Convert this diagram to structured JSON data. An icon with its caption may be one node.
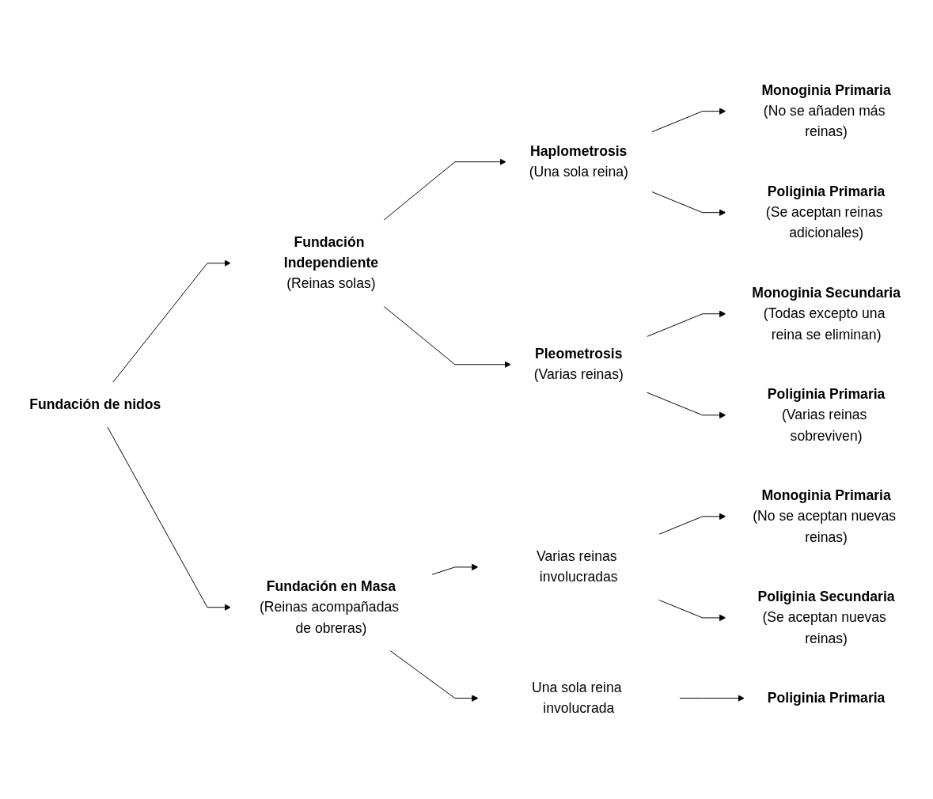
{
  "diagram": {
    "nodes": [
      {
        "text": [
          "Fundación de nidos"
        ]
      },
      {
        "text": [
          "Fundación Independiente",
          "(Reinas solas)"
        ]
      },
      {
        "text": [
          "Haplometrosis",
          "(Una sola reina)"
        ]
      },
      {
        "text": [
          "Monoginia Primaria",
          "(No se añaden más reinas)"
        ]
      },
      {
        "text": [
          "Poliginia Primaria",
          "(Se aceptan reinas adicionales)"
        ]
      },
      {
        "text": [
          "Pleometrosis",
          "(Varias reinas)"
        ]
      },
      {
        "text": [
          "Monoginia Secundaria",
          "(Todas excepto una reina se eliminan)"
        ]
      },
      {
        "text": [
          "Poliginia Primaria",
          "(Varias reinas sobreviven)"
        ]
      },
      {
        "text": [
          "Fundación en Masa",
          "(Reinas acompañadas de obreras)"
        ]
      },
      {
        "text": [
          "Varias reinas involucradas"
        ]
      },
      {
        "text": [
          "Monoginia Primaria",
          "(No se aceptan nuevas reinas)"
        ]
      },
      {
        "text": [
          "Poliginia Secundaria",
          "(Se aceptan nuevas reinas)"
        ]
      },
      {
        "text": [
          "Una sola reina involucrada"
        ]
      },
      {
        "text": [
          "Poliginia Primaria"
        ]
      }
    ],
    "edges": [
      {
        "from": 0,
        "to": 1,
        "arrow": "to"
      },
      {
        "from": 1,
        "to": 2,
        "arrow": "to"
      },
      {
        "from": 2,
        "to": 3,
        "arrow": "to"
      },
      {
        "from": 2,
        "to": 4,
        "arrow": "to"
      },
      {
        "from": 1,
        "to": 5,
        "arrow": "to"
      },
      {
        "from": 5,
        "to": 6,
        "arrow": "to"
      },
      {
        "from": 5,
        "to": 7,
        "arrow": "to"
      },
      {
        "from": 0,
        "to": 8,
        "arrow": "to"
      },
      {
        "from": 8,
        "to": 9,
        "arrow": "to"
      },
      {
        "from": 9,
        "to": 10,
        "arrow": "to"
      },
      {
        "from": 9,
        "to": 11,
        "arrow": "to"
      },
      {
        "from": 8,
        "to": 12,
        "arrow": "to"
      },
      {
        "from": 12,
        "to": 13,
        "arrow": "to"
      }
    ]
  }
}
